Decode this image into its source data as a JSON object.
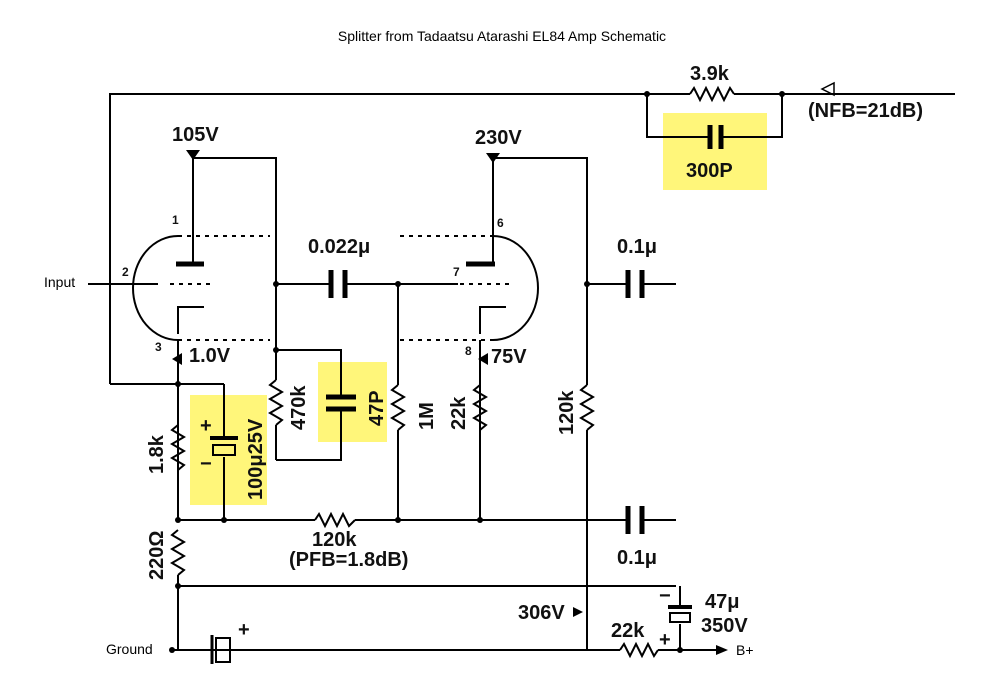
{
  "title": "Splitter from Tadaatsu Atarashi EL84 Amp Schematic",
  "highlight_color": "#fff67a",
  "labels": {
    "input": "Input",
    "ground": "Ground",
    "b_plus": "B+",
    "v105": "105V",
    "v230": "230V",
    "v1_0": "1.0V",
    "v75": "75V",
    "v306": "306V",
    "r3_9k": "3.9k",
    "nfb": "(NFB=21dB)",
    "c300p": "300P",
    "c0_022u": "0.022μ",
    "c0_1u_top": "0.1μ",
    "c0_1u_bottom": "0.1μ",
    "r470k": "470k",
    "c47p": "47P",
    "r1m": "1M",
    "r22k_cathode": "22k",
    "r120k_plate": "120k",
    "r1_8k": "1.8k",
    "c100u": "100μ25V",
    "r220": "220Ω",
    "r120k_pfb": "120k",
    "pfb": "(PFB=1.8dB)",
    "c47u": "47μ",
    "v350": "350V",
    "r22k_supply": "22k",
    "plus": "+",
    "minus": "−",
    "pin1": "1",
    "pin2": "2",
    "pin3": "3",
    "pin6": "6",
    "pin7": "7",
    "pin8": "8"
  }
}
